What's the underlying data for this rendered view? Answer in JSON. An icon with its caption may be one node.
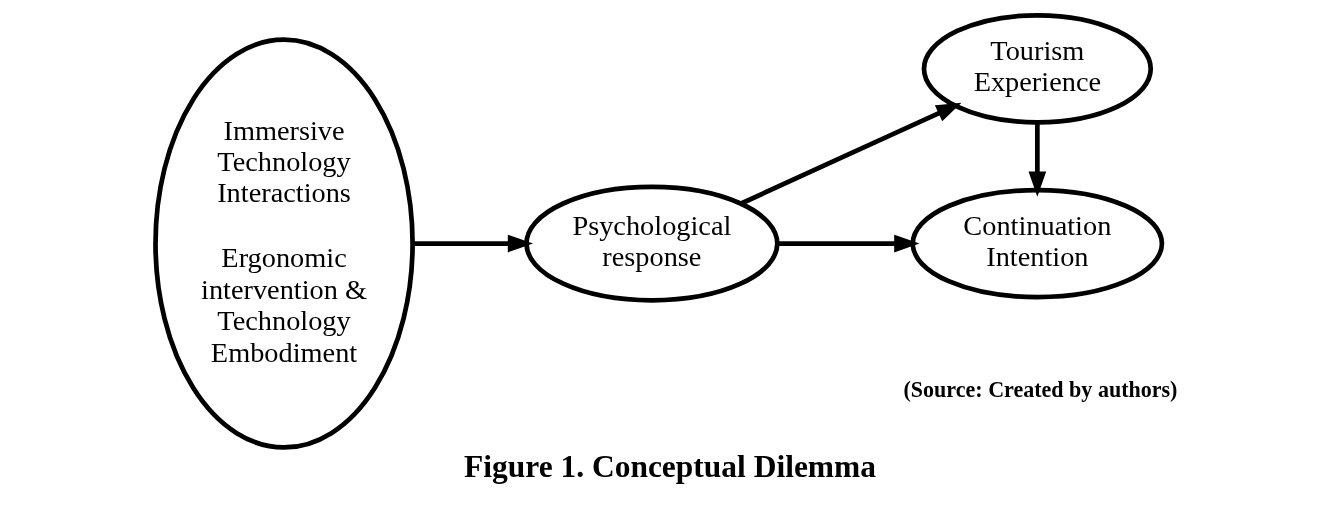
{
  "diagram": {
    "caption": "Figure 1. Conceptual Dilemma",
    "nodes": [
      {
        "text": [
          "Immersive Technology Interactions",
          "Ergonomic intervention & Technology Embodiment"
        ]
      },
      {
        "text": [
          "Psychological response"
        ]
      },
      {
        "text": [
          "Tourism Experience"
        ]
      },
      {
        "text": [
          "Continuation Intention"
        ]
      }
    ],
    "edges": [
      {
        "from": 0,
        "to": 1,
        "arrow": "to"
      },
      {
        "from": 1,
        "to": 2,
        "arrow": "to"
      },
      {
        "from": 1,
        "to": 3,
        "arrow": "to"
      },
      {
        "from": 2,
        "to": 3,
        "arrow": "to"
      }
    ],
    "labels": [
      "(Source: Created by authors)"
    ]
  }
}
